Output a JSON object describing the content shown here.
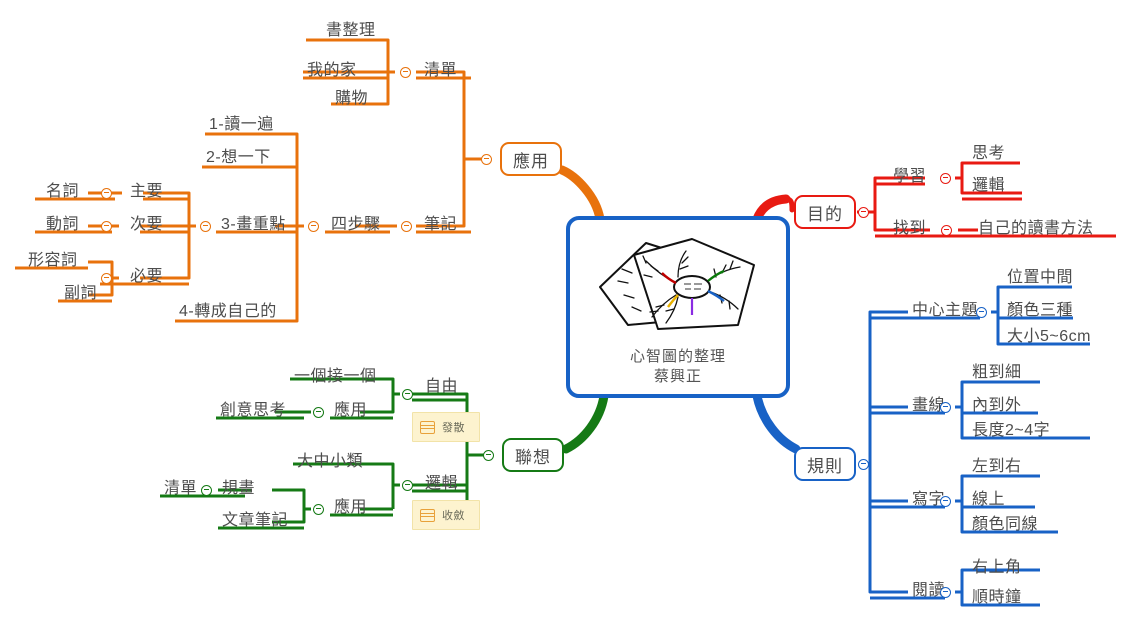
{
  "center": {
    "title_line1": "心智圖的整理",
    "title_line2": "蔡興正",
    "image_alt": "mind-map-sketch-illustration",
    "border_color": "#1862c6"
  },
  "colors": {
    "orange": "#e8720c",
    "green": "#157a15",
    "red": "#e81a12",
    "blue": "#1862c6",
    "text": "#4d4d4d",
    "note_bg": "#fdf3cf",
    "note_border": "#f2e3a8",
    "note_icon": "#e8a13a"
  },
  "branches": {
    "application": {
      "label": "應用",
      "color": "#e8720c",
      "children": [
        {
          "label": "清單",
          "children": [
            {
              "label": "書整理"
            },
            {
              "label": "我的家"
            },
            {
              "label": "購物"
            }
          ]
        },
        {
          "label": "筆記",
          "children": [
            {
              "label": "四步驟",
              "children": [
                {
                  "label": "1-讀一遍"
                },
                {
                  "label": "2-想一下"
                },
                {
                  "label": "3-畫重點",
                  "children": [
                    {
                      "label": "主要",
                      "children": [
                        {
                          "label": "名詞"
                        }
                      ]
                    },
                    {
                      "label": "次要",
                      "children": [
                        {
                          "label": "動詞"
                        }
                      ]
                    },
                    {
                      "label": "必要",
                      "children": [
                        {
                          "label": "形容詞"
                        },
                        {
                          "label": "副詞"
                        }
                      ]
                    }
                  ]
                },
                {
                  "label": "4-轉成自己的"
                }
              ]
            }
          ]
        }
      ]
    },
    "association": {
      "label": "聯想",
      "color": "#157a15",
      "children": [
        {
          "label": "自由",
          "note": "發散",
          "children": [
            {
              "label": "一個接一個"
            },
            {
              "label": "應用",
              "children": [
                {
                  "label": "創意思考"
                }
              ]
            }
          ]
        },
        {
          "label": "邏輯",
          "note": "收斂",
          "children": [
            {
              "label": "大中小類"
            },
            {
              "label": "應用",
              "children": [
                {
                  "label": "規畫",
                  "children": [
                    {
                      "label": "清單"
                    }
                  ]
                },
                {
                  "label": "文章筆記"
                }
              ]
            }
          ]
        }
      ]
    },
    "purpose": {
      "label": "目的",
      "color": "#e81a12",
      "children": [
        {
          "label": "學習",
          "children": [
            {
              "label": "思考"
            },
            {
              "label": "邏輯"
            }
          ]
        },
        {
          "label": "找到",
          "children": [
            {
              "label": "自己的讀書方法"
            }
          ]
        }
      ]
    },
    "rules": {
      "label": "規則",
      "color": "#1862c6",
      "children": [
        {
          "label": "中心主題",
          "children": [
            {
              "label": "位置中間"
            },
            {
              "label": "顏色三種"
            },
            {
              "label": "大小5~6cm"
            }
          ]
        },
        {
          "label": "畫線",
          "children": [
            {
              "label": "粗到細"
            },
            {
              "label": "內到外"
            },
            {
              "label": "長度2~4字"
            }
          ]
        },
        {
          "label": "寫字",
          "children": [
            {
              "label": "左到右"
            },
            {
              "label": "線上"
            },
            {
              "label": "顏色同線"
            }
          ]
        },
        {
          "label": "閱讀",
          "children": [
            {
              "label": "右上角"
            },
            {
              "label": "順時鐘"
            }
          ]
        }
      ]
    }
  }
}
